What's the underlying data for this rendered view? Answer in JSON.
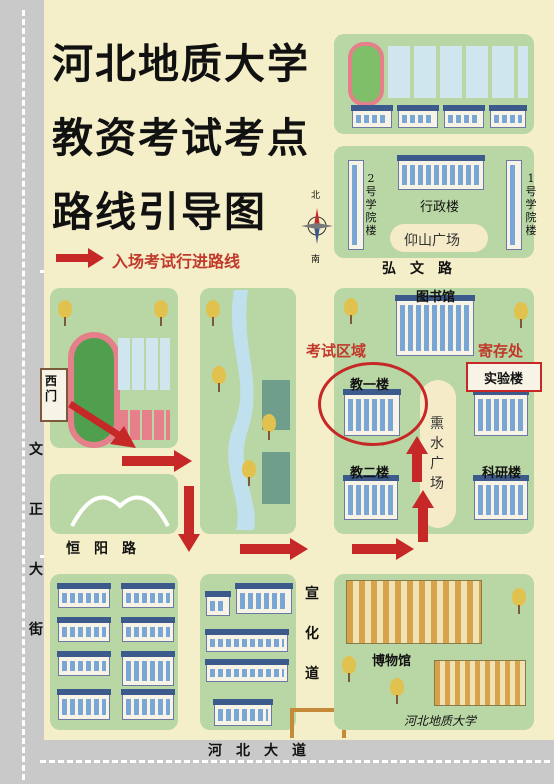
{
  "title": {
    "line1": "河北地质大学",
    "line2": "教资考试考点",
    "line3": "路线引导图"
  },
  "legend": {
    "label": "入场考试行进路线",
    "color": "#c62828"
  },
  "compass": {
    "north": "北",
    "south": "南"
  },
  "roads": {
    "hongwen": "弘　文　路",
    "hengyang": "恒　阳　路",
    "wenzheng": "文正大街",
    "xuanhua": "宣化道",
    "hebei": "河　北　大　道"
  },
  "buildings": {
    "admin": "行政楼",
    "college2": "2号学院楼",
    "college1": "1号学院楼",
    "yangshan": "仰山广场",
    "library": "图书馆",
    "teach1": "教一楼",
    "teach2": "教二楼",
    "lab": "实验楼",
    "research": "科研楼",
    "xunshui": "熏水广场",
    "museum": "博物馆",
    "west_gate": "西门"
  },
  "annotations": {
    "exam_area": "考试区域",
    "storage": "寄存处"
  },
  "signature": "河北地质大学",
  "colors": {
    "route": "#c62828",
    "block_green": "#b9d6a5",
    "cream": "#f4efc8",
    "road": "#c9c9c9",
    "roof": "#3d5a8c"
  }
}
